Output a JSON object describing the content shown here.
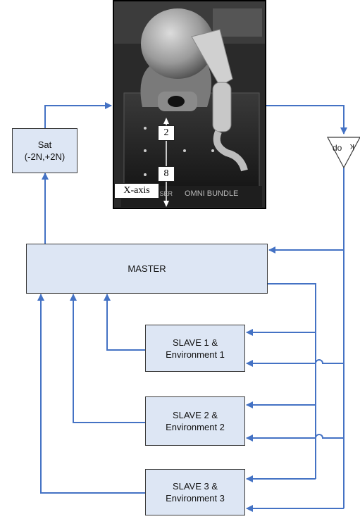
{
  "blocks": {
    "sat_line1": "Sat",
    "sat_line2": "(-2N,+2N)",
    "master": "MASTER",
    "slave1_line1": "SLAVE 1 &",
    "slave1_line2": "Environment 1",
    "slave2_line1": "SLAVE 2 &",
    "slave2_line2": "Environment 2",
    "slave3_line1": "SLAVE 3 &",
    "slave3_line2": "Environment 3"
  },
  "gain": {
    "label": "k",
    "direction_label": "do"
  },
  "photo": {
    "label_top": "2",
    "label_bottom": "8",
    "axis_label": "X-axis",
    "brand_text": "OMNI BUNDLE",
    "brand_fragment": "NSER"
  },
  "colors": {
    "wire": "#4472c4",
    "block_fill": "#dde6f4",
    "block_border": "#3a3a3a"
  }
}
